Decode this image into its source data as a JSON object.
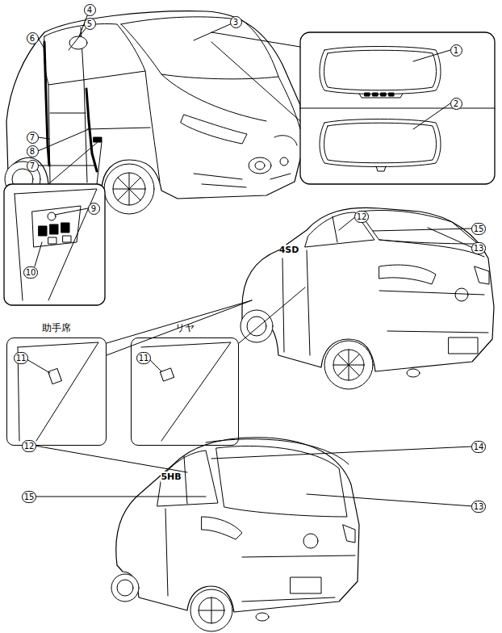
{
  "diagram": {
    "nodes": [
      {
        "text": [
          "助手席"
        ]
      },
      {
        "text": [
          "リヤ"
        ]
      }
    ],
    "labels": [
      "4",
      "5",
      "3",
      "6",
      "7",
      "8",
      "7",
      "1",
      "2",
      "9",
      "10",
      "12",
      "15",
      "13",
      "4SD",
      "11",
      "11",
      "12",
      "14",
      "15",
      "13",
      "5HB"
    ]
  }
}
